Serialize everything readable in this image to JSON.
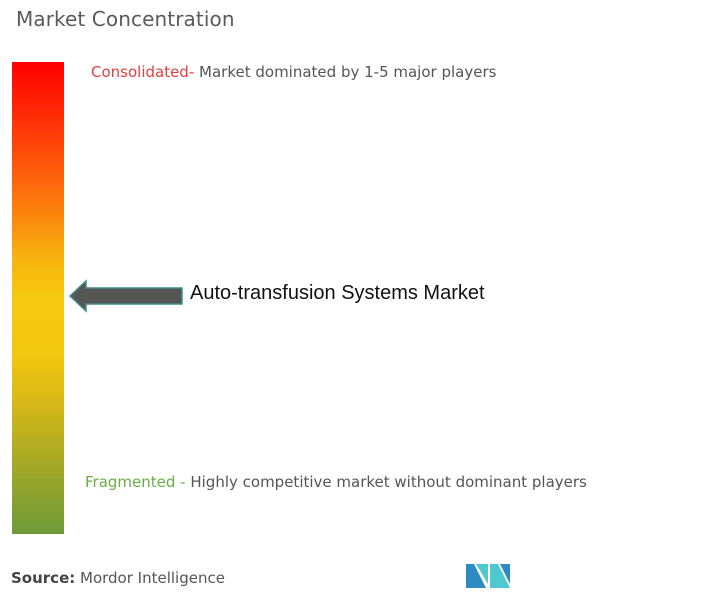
{
  "header": {
    "title": "Market Concentration"
  },
  "scale": {
    "top": {
      "keyword": "Consolidated",
      "separator": "-",
      "description": " Market dominated by 1-5 major players"
    },
    "bottom": {
      "keyword": "Fragmented",
      "separator": " -",
      "description": " Highly competitive market without dominant players"
    },
    "gradient_colors": [
      "#ff0000",
      "#fb7a0c",
      "#f5c90f",
      "#b0ac22",
      "#6d9b39"
    ]
  },
  "marker": {
    "label": "Auto-transfusion Systems Market",
    "icon": "arrow-left-icon",
    "position_pct_from_top": 49
  },
  "footer": {
    "source_label": "Source:",
    "source_value": " Mordor Intelligence",
    "logo": "mordor-intelligence-logo"
  }
}
